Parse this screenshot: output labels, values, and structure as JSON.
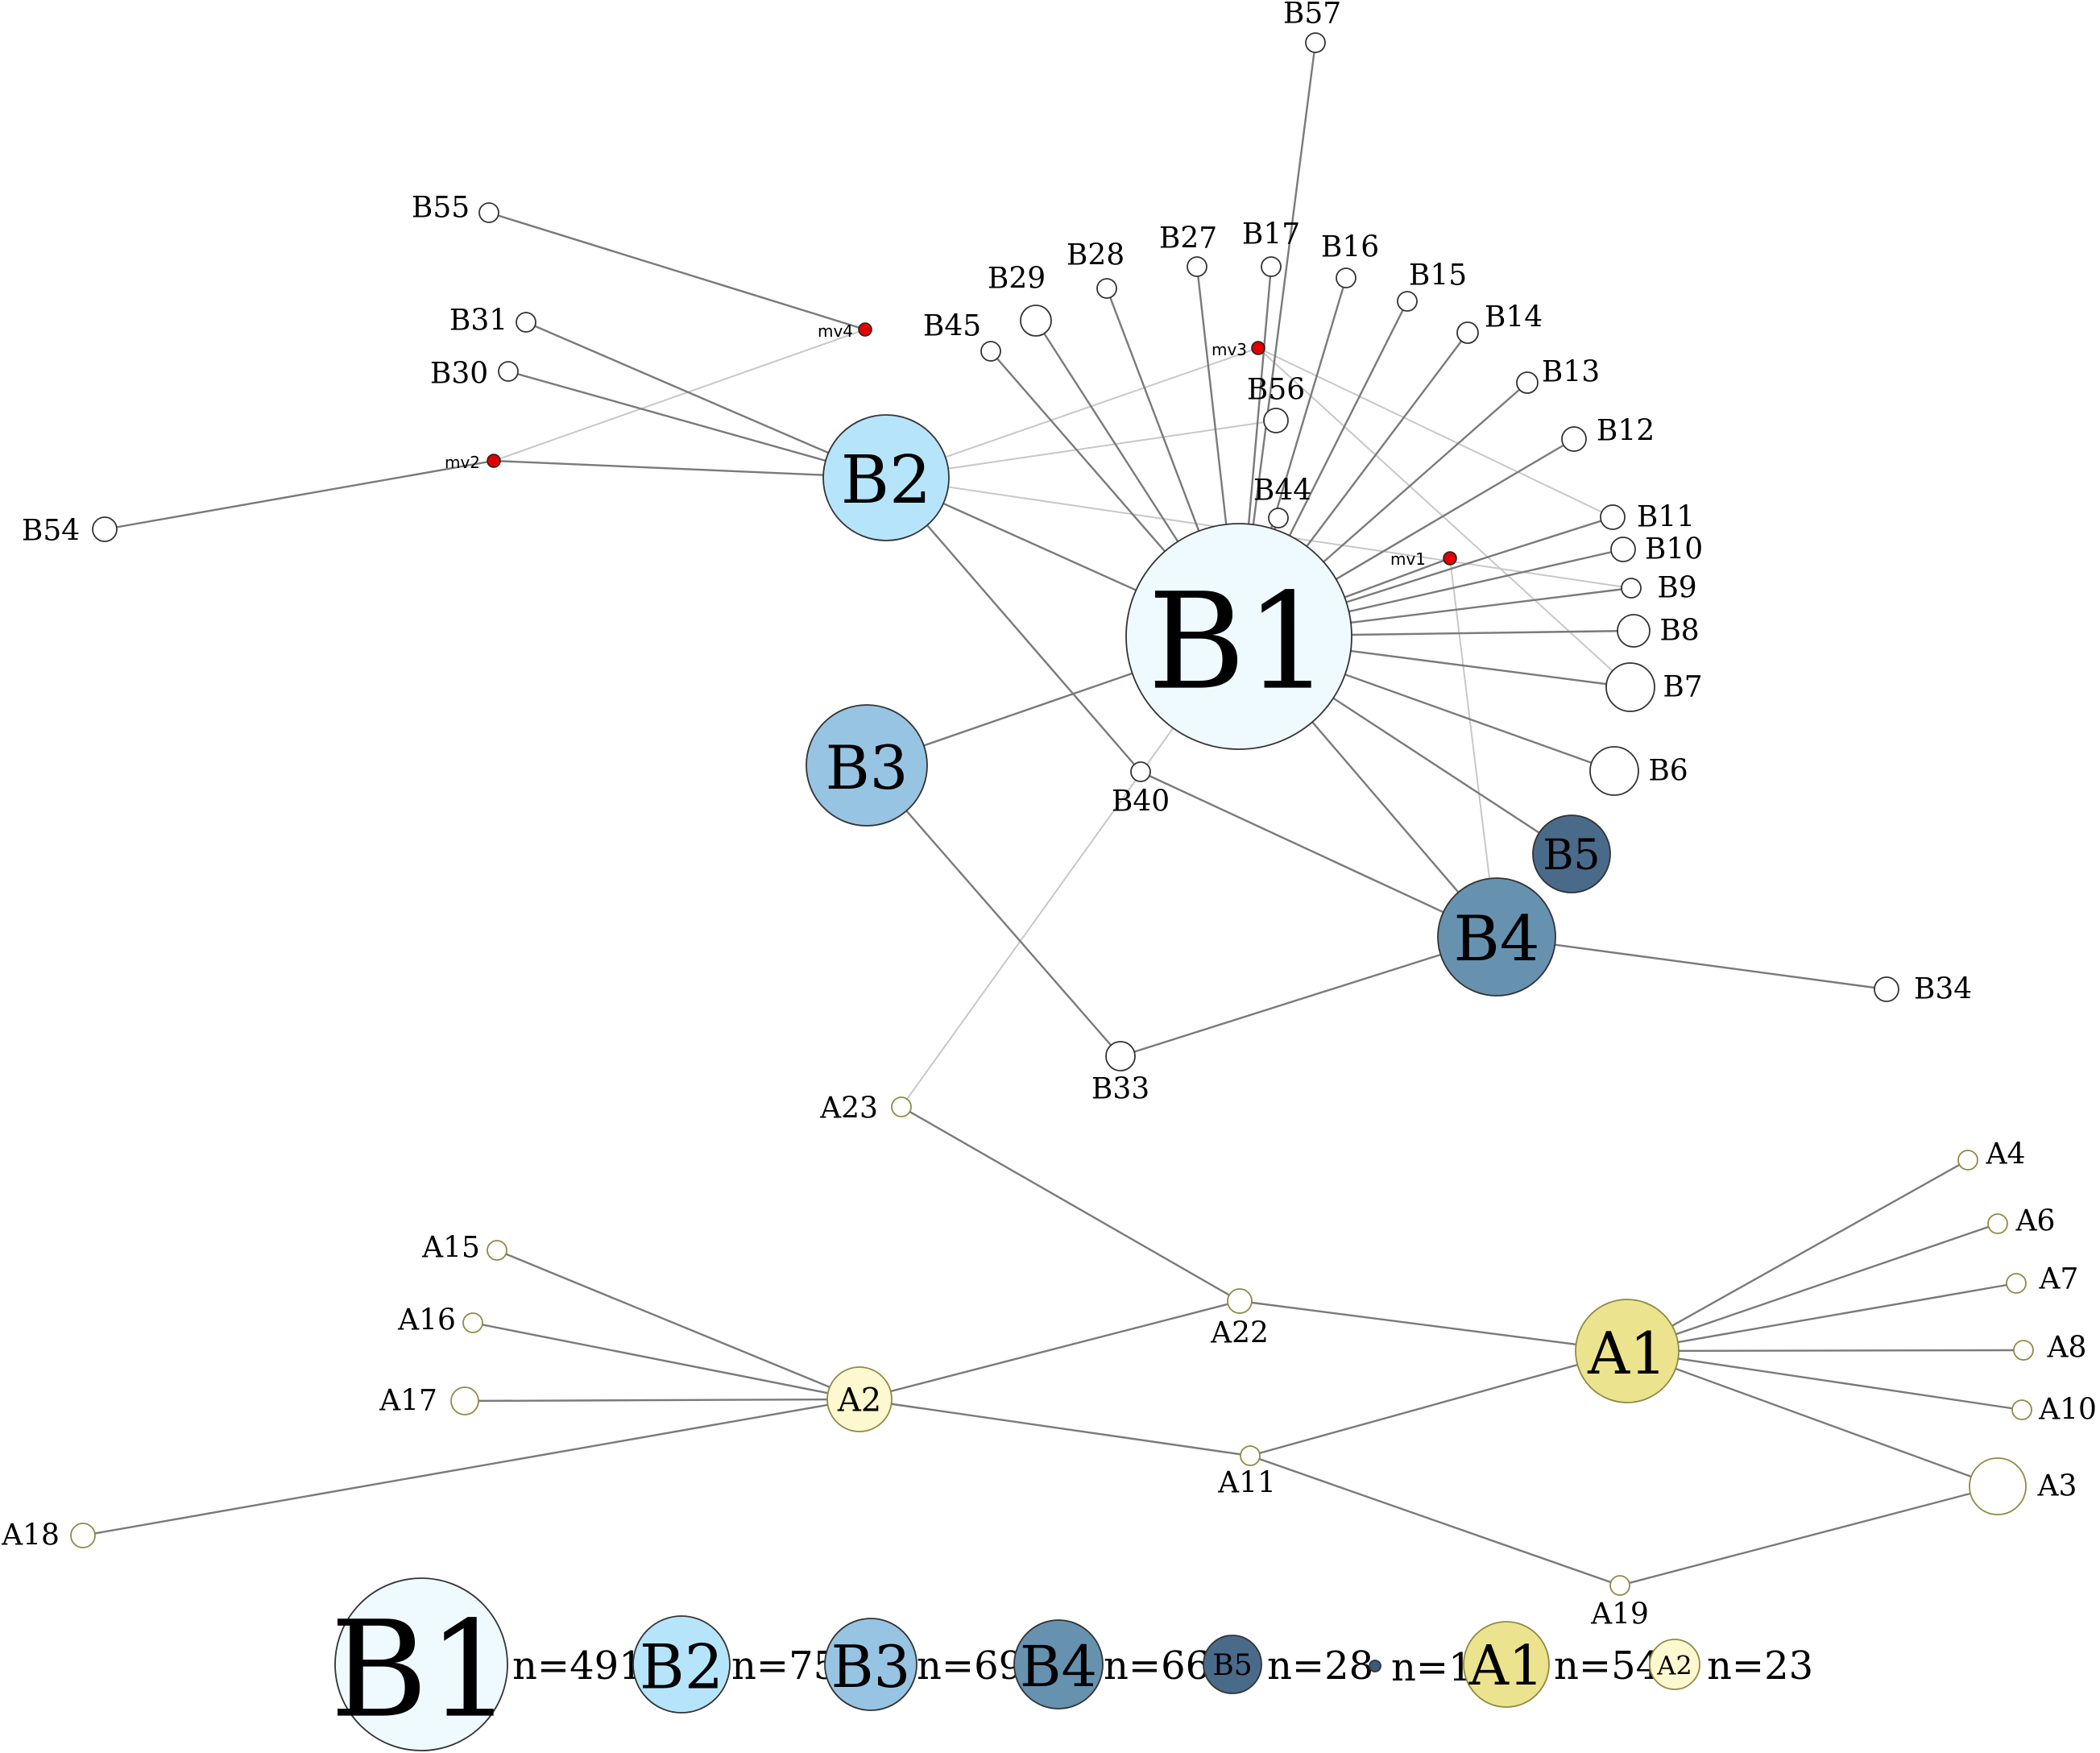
{
  "colors": {
    "B1": "#eefaff",
    "B2": "#b6e5fb",
    "B3": "#98c4e3",
    "B4": "#6692b0",
    "B5": "#4a6a8a",
    "A1": "#ece38e",
    "A2": "#fdf8cf",
    "minor": "#ffffff",
    "median_vector": "#e00000",
    "singleton": "#3a5a78"
  },
  "nodes": {
    "B1": "B1",
    "B2": "B2",
    "B3": "B3",
    "B4": "B4",
    "B5": "B5",
    "B6": "B6",
    "B7": "B7",
    "B8": "B8",
    "B9": "B9",
    "B10": "B10",
    "B11": "B11",
    "B12": "B12",
    "B13": "B13",
    "B14": "B14",
    "B15": "B15",
    "B16": "B16",
    "B17": "B17",
    "B27": "B27",
    "B28": "B28",
    "B29": "B29",
    "B30": "B30",
    "B31": "B31",
    "B33": "B33",
    "B34": "B34",
    "B40": "B40",
    "B44": "B44",
    "B45": "B45",
    "B54": "B54",
    "B55": "B55",
    "B56": "B56",
    "B57": "B57",
    "mv1": "mv1",
    "mv2": "mv2",
    "mv3": "mv3",
    "mv4": "mv4",
    "A1": "A1",
    "A2": "A2",
    "A3": "A3",
    "A4": "A4",
    "A6": "A6",
    "A7": "A7",
    "A8": "A8",
    "A10": "A10",
    "A11": "A11",
    "A15": "A15",
    "A16": "A16",
    "A17": "A17",
    "A18": "A18",
    "A19": "A19",
    "A22": "A22",
    "A23": "A23"
  },
  "edges": [
    [
      "B1",
      "B2"
    ],
    [
      "B1",
      "B3"
    ],
    [
      "B1",
      "B4"
    ],
    [
      "B1",
      "B5"
    ],
    [
      "B1",
      "B6"
    ],
    [
      "B1",
      "B7"
    ],
    [
      "B1",
      "B8"
    ],
    [
      "B1",
      "B9"
    ],
    [
      "B1",
      "B10"
    ],
    [
      "B1",
      "B11"
    ],
    [
      "B1",
      "B12"
    ],
    [
      "B1",
      "B13"
    ],
    [
      "B1",
      "B14"
    ],
    [
      "B1",
      "B15"
    ],
    [
      "B1",
      "B16"
    ],
    [
      "B1",
      "B17"
    ],
    [
      "B1",
      "B27"
    ],
    [
      "B1",
      "B28"
    ],
    [
      "B1",
      "B29"
    ],
    [
      "B1",
      "B45"
    ],
    [
      "B1",
      "B44"
    ],
    [
      "B1",
      "B57"
    ],
    [
      "B1",
      "mv1"
    ],
    [
      "B2",
      "B30"
    ],
    [
      "B2",
      "B31"
    ],
    [
      "B2",
      "mv2"
    ],
    [
      "mv2",
      "B54"
    ],
    [
      "mv4",
      "B55"
    ],
    [
      "B2",
      "B40"
    ],
    [
      "B40",
      "B4"
    ],
    [
      "B3",
      "B33"
    ],
    [
      "B33",
      "B4"
    ],
    [
      "B4",
      "B34"
    ],
    [
      "A23",
      "A22"
    ],
    [
      "A22",
      "A2"
    ],
    [
      "A22",
      "A1"
    ],
    [
      "A2",
      "A15"
    ],
    [
      "A2",
      "A16"
    ],
    [
      "A2",
      "A17"
    ],
    [
      "A2",
      "A18"
    ],
    [
      "A2",
      "A11"
    ],
    [
      "A11",
      "A1"
    ],
    [
      "A11",
      "A19"
    ],
    [
      "A19",
      "A3"
    ],
    [
      "A1",
      "A3"
    ],
    [
      "A1",
      "A4"
    ],
    [
      "A1",
      "A6"
    ],
    [
      "A1",
      "A7"
    ],
    [
      "A1",
      "A8"
    ],
    [
      "A1",
      "A10"
    ]
  ],
  "faint_edges": [
    [
      "B2",
      "mv3"
    ],
    [
      "B2",
      "B56"
    ],
    [
      "B2",
      "B9"
    ],
    [
      "mv2",
      "mv4"
    ],
    [
      "mv3",
      "B11"
    ],
    [
      "mv3",
      "B7"
    ],
    [
      "mv1",
      "B4"
    ],
    [
      "mv1",
      "B1"
    ],
    [
      "B1",
      "A23"
    ]
  ],
  "legend": [
    {
      "label": "B1",
      "count": "n=491"
    },
    {
      "label": "B2",
      "count": "n=75"
    },
    {
      "label": "B3",
      "count": "n=69"
    },
    {
      "label": "B4",
      "count": "n=66"
    },
    {
      "label": "B5",
      "count": "n=28"
    },
    {
      "label": "",
      "count": "n=1"
    },
    {
      "label": "A1",
      "count": "n=54"
    },
    {
      "label": "A2",
      "count": "n=23"
    }
  ]
}
